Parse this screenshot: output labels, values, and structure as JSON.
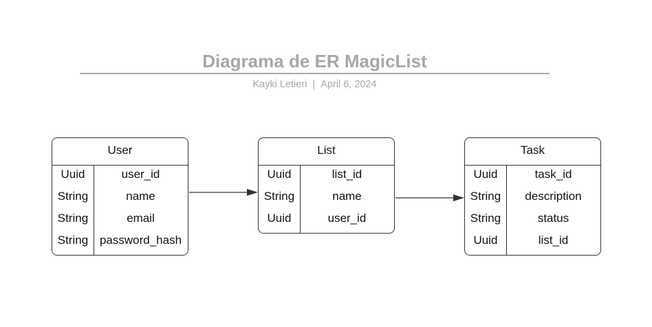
{
  "header": {
    "title": "Diagrama de ER MagicList",
    "author": "Kayki Letieri",
    "separator": "|",
    "date": "April 6, 2024"
  },
  "entities": [
    {
      "name": "User",
      "fields": [
        {
          "type": "Uuid",
          "name": "user_id"
        },
        {
          "type": "String",
          "name": "name"
        },
        {
          "type": "String",
          "name": "email"
        },
        {
          "type": "String",
          "name": "password_hash"
        }
      ]
    },
    {
      "name": "List",
      "fields": [
        {
          "type": "Uuid",
          "name": "list_id"
        },
        {
          "type": "String",
          "name": "name"
        },
        {
          "type": "Uuid",
          "name": "user_id"
        }
      ]
    },
    {
      "name": "Task",
      "fields": [
        {
          "type": "Uuid",
          "name": "task_id"
        },
        {
          "type": "String",
          "name": "description"
        },
        {
          "type": "String",
          "name": "status"
        },
        {
          "type": "Uuid",
          "name": "list_id"
        }
      ]
    }
  ],
  "colors": {
    "title": "#a3a8b0",
    "line": "#333333"
  }
}
